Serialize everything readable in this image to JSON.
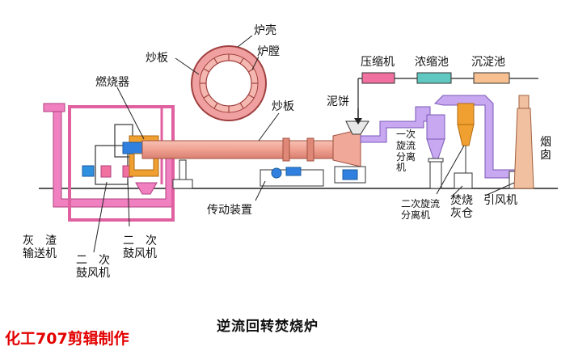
{
  "title": "逆流回转焚烧炉",
  "watermark": "化工707剪辑制作",
  "labels": {
    "furnace_shell": "炉壳",
    "furnace_chamber": "炉膛",
    "stir_plate_top": "炒板",
    "stir_plate_right": "炒板",
    "burner": "燃烧器",
    "press_filter": "压缩机",
    "thickener": "浓缩池",
    "settling_tank": "沉淀池",
    "sludge_cake": "泥饼",
    "primary_cyclone": "一次\n旋流\n分离\n机",
    "secondary_cyclone": "二次旋流\n分离机",
    "ash_bin": "焚烧\n灰仓",
    "induced_fan": "引风机",
    "chimney": "烟\n囱",
    "drive_unit": "传动装置",
    "ash_conveyor": "灰　渣\n输送机",
    "secondary_blower_left": "二　次\n鼓风机",
    "secondary_blower_right": "二　次\n鼓风机"
  },
  "colors": {
    "pink": "#f080c0",
    "purple": "#c8a8f0",
    "kiln": "#f0a898",
    "press_box": "#f070a0",
    "thickener_box": "#60c8c0",
    "settling_box": "#f8c090",
    "orange": "#f0a030",
    "blue": "#3080e0",
    "chimney": "#f0c0a0"
  }
}
